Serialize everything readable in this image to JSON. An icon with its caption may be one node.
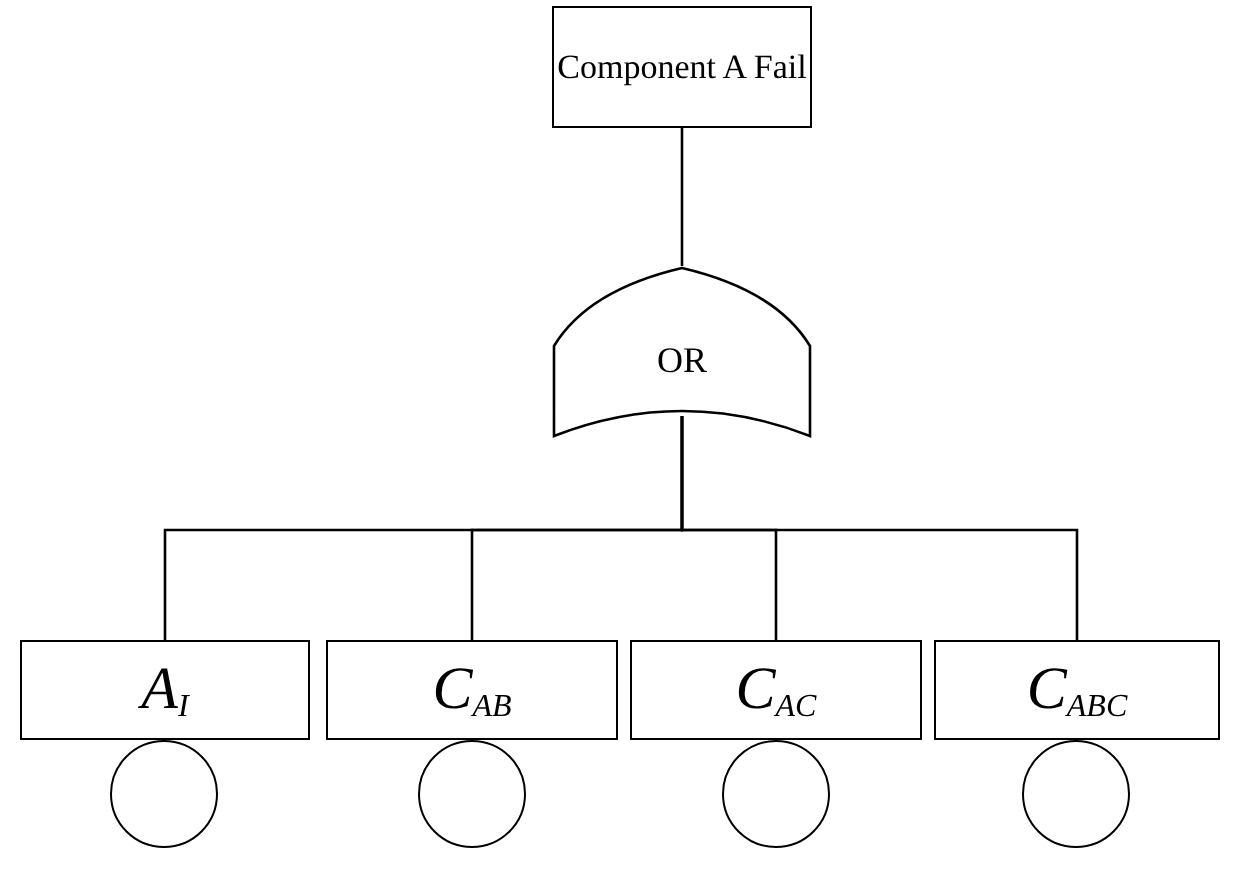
{
  "diagram": {
    "nodes": [
      {
        "text": [
          "Component A Fail"
        ]
      },
      {
        "text": [
          "OR"
        ]
      },
      {
        "text": [
          "A$_{I}$"
        ]
      },
      {
        "text": [
          "C$_{AB}$"
        ]
      },
      {
        "text": [
          "C$_{AC}$"
        ]
      },
      {
        "text": [
          "C$_{ABC}$"
        ]
      },
      {
        "text": [],
        "shape": "circle"
      },
      {
        "text": [],
        "shape": "circle"
      },
      {
        "text": [],
        "shape": "circle"
      },
      {
        "text": [],
        "shape": "circle"
      }
    ],
    "edges": [
      {
        "from": 0,
        "to": 1,
        "arrow": "none"
      },
      {
        "from": 1,
        "to": 2,
        "arrow": "none"
      },
      {
        "from": 1,
        "to": 3,
        "arrow": "none"
      },
      {
        "from": 1,
        "to": 4,
        "arrow": "none"
      },
      {
        "from": 1,
        "to": 5,
        "arrow": "none"
      }
    ]
  }
}
